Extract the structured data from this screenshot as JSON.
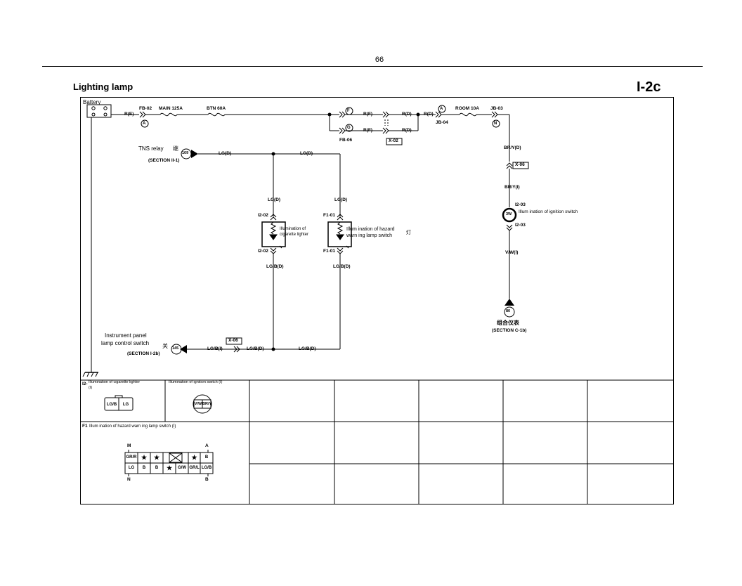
{
  "page_number": "66",
  "title": "Lighting lamp",
  "section_code": "I-2c",
  "battery": "Battery",
  "wires": {
    "r_e": "R(E)",
    "fb02": "FB-02",
    "main_fuse": "MAIN 125A",
    "btn_fuse": "BTN 60A",
    "conn_a1": "A",
    "conn_f": "F",
    "conn_g": "G",
    "rf_top": "R(F)",
    "rf_bot": "R(F)",
    "rd_top": "R(D)",
    "rd_bot": "R(D)",
    "rd_right": "R(D)",
    "fb06": "FB-06",
    "x02": "X-02",
    "conn_a2": "A",
    "jb04": "JB-04",
    "room_fuse": "ROOM 10A",
    "jb03": "JB-03",
    "conn_n": "N",
    "bry_d": "BR/Y(D)",
    "x06_right": "X-06",
    "bry_i": "BR/Y(I)",
    "i203_top": "I2-03",
    "i203_bot": "I2-03",
    "bulb": "3W",
    "vw_i": "V/W(I)",
    "ign_illum": "Illum ination of ignition switch",
    "ecu_num": "80",
    "ecu_name": "组合仪表",
    "ecu_section": "(SECTION C-1b)",
    "tns_relay": "TNS relay",
    "tns_cn": "继",
    "tns_num": "109",
    "tns_section": "(SECTION II-1)",
    "lg_d_1": "LG(D)",
    "lg_d_2": "LG(D)",
    "lg_d_3": "LG(D)",
    "lg_d_4": "LG(D)",
    "i202_top": "I2-02",
    "i202_bot": "I2-02",
    "cig_illum_1": "Illumination of",
    "cig_illum_2": "cigarette lighter",
    "f101_top": "F1-01",
    "f101_bot": "F1-01",
    "haz_illum_1": "Illum ination of hazard",
    "haz_illum_2": "warn ing lamp switch",
    "haz_cn": "灯",
    "lgb_d_1": "LG/B(D)",
    "lgb_d_2": "LG/B(D)",
    "lgb_d_3": "LG/B(D)",
    "lgb_d_4": "LG/B(D)",
    "lgb_i": "LG/B(I)",
    "x06_left": "X-06",
    "panel_1": "Instrument panel",
    "panel_2": "lamp control switch",
    "panel_cn": "关",
    "panel_num": "145",
    "panel_section": "(SECTION I-2b)"
  },
  "connectors": {
    "i2_label": "I2-",
    "i2_title": "Illumination of cigarette lighter",
    "i2_sub": "(I)",
    "i2_pins": [
      "LG/B",
      "LG"
    ],
    "ign_title": "Illumination of ignition switch (I)",
    "ign_pins": [
      "V/W",
      "BR/Y"
    ],
    "f1_label": "F1",
    "f1_title": "Illum ination of hazard warn ing lamp switch (I)",
    "f1_m": "M",
    "f1_a": "A",
    "f1_n": "N",
    "f1_b": "B",
    "f1_top_pins": [
      "GR/R",
      "★",
      "★",
      "",
      "★",
      "B"
    ],
    "f1_bot_pins": [
      "LG",
      "B",
      "B",
      "★",
      "G/W",
      "GR/L",
      "LG/B"
    ]
  }
}
